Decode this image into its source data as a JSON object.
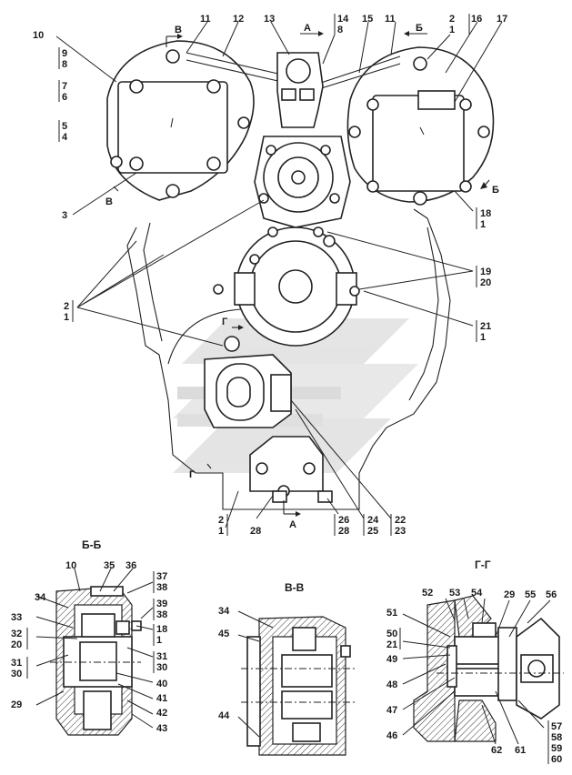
{
  "sections": {
    "bb": "Б-Б",
    "vv": "В-В",
    "gg": "Г-Г"
  },
  "view_marks": {
    "a_top": "А",
    "a_bottom": "А",
    "b_left_top": "Б",
    "b_right": "Б",
    "v_top": "В",
    "v_left": "В",
    "g_top": "Г",
    "g_bottom": "Г"
  },
  "main_labels": [
    "10",
    "11",
    "12",
    "13",
    "14",
    "8",
    "15",
    "11",
    "2",
    "1",
    "16",
    "17",
    "9",
    "8",
    "7",
    "6",
    "5",
    "4",
    "3",
    "18",
    "1",
    "19",
    "20",
    "2",
    "1",
    "21",
    "1",
    "2",
    "1",
    "28",
    "26",
    "28",
    "24",
    "25",
    "22",
    "23"
  ],
  "bb_labels": [
    "10",
    "35",
    "36",
    "37",
    "38",
    "34",
    "39",
    "38",
    "33",
    "18",
    "1",
    "32",
    "20",
    "31",
    "30",
    "31",
    "30",
    "40",
    "29",
    "41",
    "42",
    "43"
  ],
  "vv_labels": [
    "34",
    "45",
    "44"
  ],
  "gg_labels": [
    "52",
    "53",
    "54",
    "29",
    "55",
    "56",
    "51",
    "50",
    "21",
    "49",
    "48",
    "47",
    "46",
    "62",
    "61",
    "57",
    "58",
    "59",
    "60"
  ],
  "colors": {
    "line": "#222222",
    "watermark": "#d9d9d9",
    "paper": "#ffffff"
  }
}
